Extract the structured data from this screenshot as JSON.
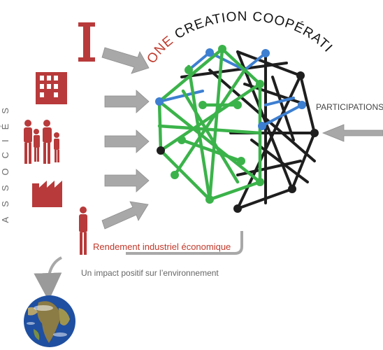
{
  "title": {
    "one": "ONE",
    "rest": " CREATION COOPÉRATIVE"
  },
  "left_label": "ASSOCIÉS",
  "right_label": "PARTICIPATIONS",
  "yield_label": "Rendement industriel économique",
  "impact_label": "Un impact positif sur l’environnement",
  "colors": {
    "red": "#b83a3a",
    "arrow_gray": "#a8a8a8",
    "green": "#3bb34a",
    "blue": "#3d7fd1",
    "black": "#1e1e1e"
  },
  "icons": [
    "letter-i-icon",
    "building-icon",
    "family-icon",
    "factory-icon",
    "businessman-icon",
    "globe-icon"
  ]
}
